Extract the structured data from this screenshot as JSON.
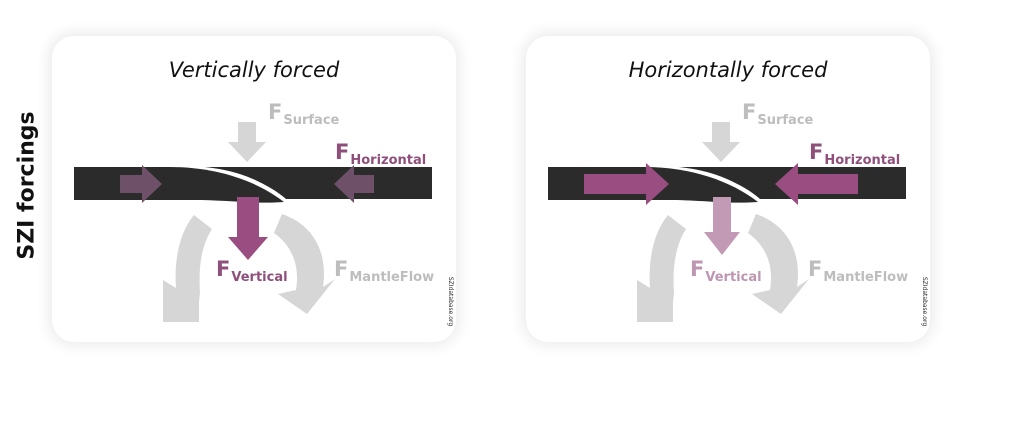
{
  "side_label": "SZI forcings",
  "watermark": "SZIdatabase.org",
  "panels": [
    {
      "title": "Vertically forced",
      "labels": {
        "surface": {
          "main": "F",
          "sub": "Surface"
        },
        "horizontal": {
          "main": "F",
          "sub": "Horizontal"
        },
        "vertical": {
          "main": "F",
          "sub": "Vertical"
        },
        "mantle": {
          "main": "F",
          "sub": "MantleFlow"
        }
      },
      "colors": {
        "surface": "#bdbdbd",
        "horizontal": "#8f4f7b",
        "vertical": "#8f4f7b",
        "mantle": "#bdbdbd"
      }
    },
    {
      "title": "Horizontally forced",
      "labels": {
        "surface": {
          "main": "F",
          "sub": "Surface"
        },
        "horizontal": {
          "main": "F",
          "sub": "Horizontal"
        },
        "vertical": {
          "main": "F",
          "sub": "Vertical"
        },
        "mantle": {
          "main": "F",
          "sub": "MantleFlow"
        }
      },
      "colors": {
        "surface": "#bdbdbd",
        "horizontal": "#8f4f7b",
        "vertical": "#bd96b1",
        "mantle": "#bdbdbd"
      }
    }
  ],
  "colors": {
    "plate": "#2b2b2b",
    "arrow_grey": "#d6d6d6",
    "arrow_purple": "#9a4d80",
    "arrow_purple_dim": "#6e5168",
    "arrow_purple_light": "#c39ab5"
  }
}
